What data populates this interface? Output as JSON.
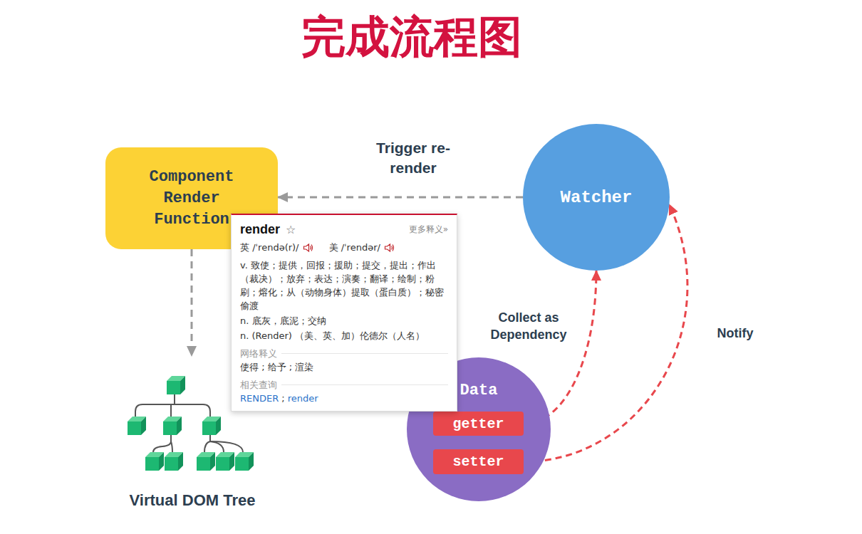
{
  "diagram": {
    "title": "完成流程图",
    "nodes": [
      {
        "text": [
          "Component Render Function"
        ]
      },
      {
        "text": [
          "Watcher"
        ]
      },
      {
        "text": [
          "render",
          "☆",
          "更多释义»",
          "英 /ˈrendə(r)/",
          "美 /ˈrendər/",
          "v. 致使；提供，回报；援助；提交，提出；作出（裁决）；放弃；表达；演奏；翻译；绘制；粉刷；熔化；从（动物身体）提取（蛋白质）；秘密偷渡",
          "n. 底灰，底泥；交纳",
          "n. (Render) （美、英、加）伦德尔（人名）",
          "网络释义",
          "使得 ; 给予 ; 渲染",
          "相关查询",
          "RENDER",
          ";",
          "render"
        ]
      },
      {
        "text": [
          "Data"
        ]
      },
      {
        "text": [
          "getter"
        ],
        "in": 3
      },
      {
        "text": [
          "setter"
        ],
        "in": 3
      },
      {
        "text": [
          "Virtual DOM Tree"
        ]
      }
    ],
    "edges": [
      {
        "from": 1,
        "to": 0,
        "arrow": "to",
        "label": "Trigger re-render"
      },
      {
        "from": 0,
        "to": 6,
        "arrow": "to"
      },
      {
        "from": 0,
        "to": 4,
        "arrow": "to"
      },
      {
        "from": 4,
        "to": 1,
        "arrow": "to",
        "label": "Collect as Dependency"
      },
      {
        "from": 5,
        "to": 1,
        "arrow": "to",
        "label": "Notify"
      }
    ]
  }
}
